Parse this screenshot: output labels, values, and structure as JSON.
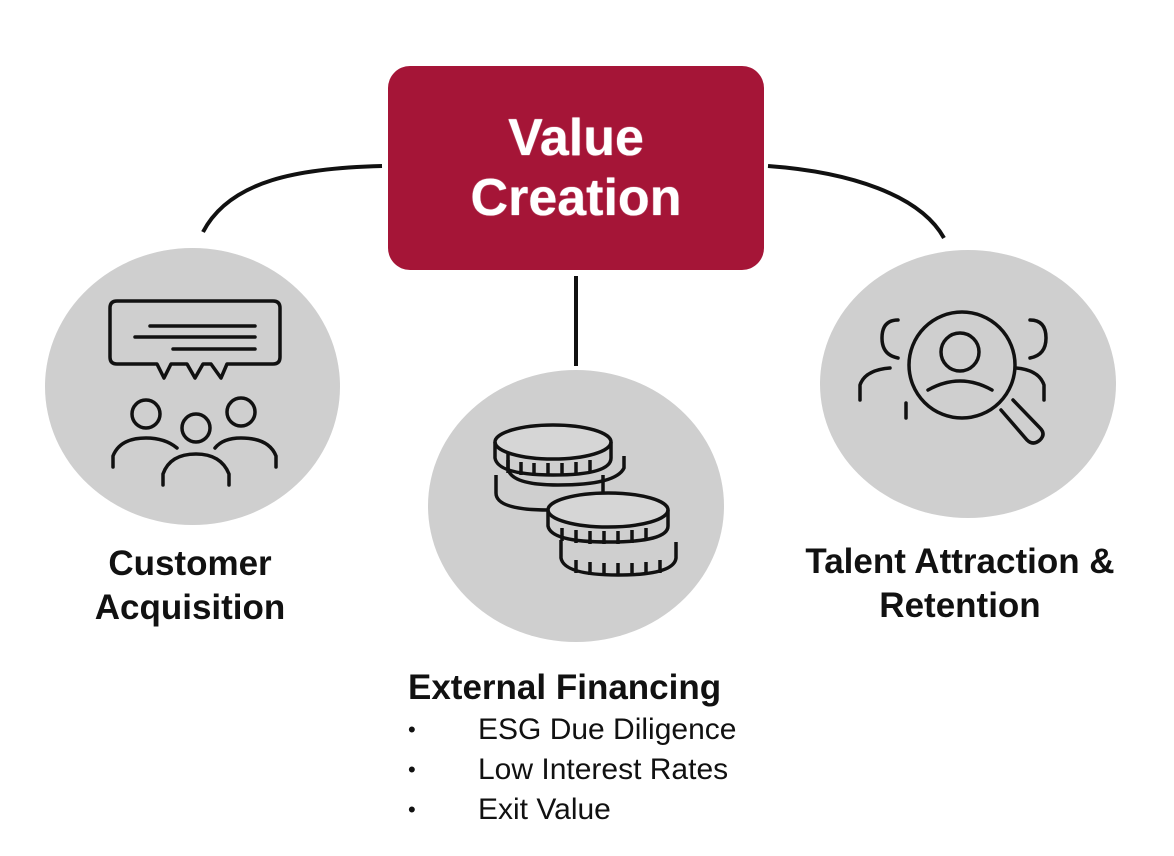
{
  "center": {
    "line1": "Value",
    "line2": "Creation",
    "color": "#a51537"
  },
  "nodes": [
    {
      "id": "customer-acquisition",
      "label_line1": "Customer",
      "label_line2": "Acquisition",
      "icon": "audience-speech-bubble-icon"
    },
    {
      "id": "external-financing",
      "label": "External Financing",
      "icon": "coin-stacks-icon",
      "bullets": [
        "ESG Due Diligence",
        "Low Interest Rates",
        "Exit Value"
      ]
    },
    {
      "id": "talent-attraction",
      "label_line1": "Talent Attraction &",
      "label_line2": "Retention",
      "icon": "people-magnifier-icon"
    }
  ],
  "colors": {
    "circle_fill": "#cfcfcf",
    "line": "#111111",
    "text": "#111111"
  },
  "bullet_glyph": "•"
}
